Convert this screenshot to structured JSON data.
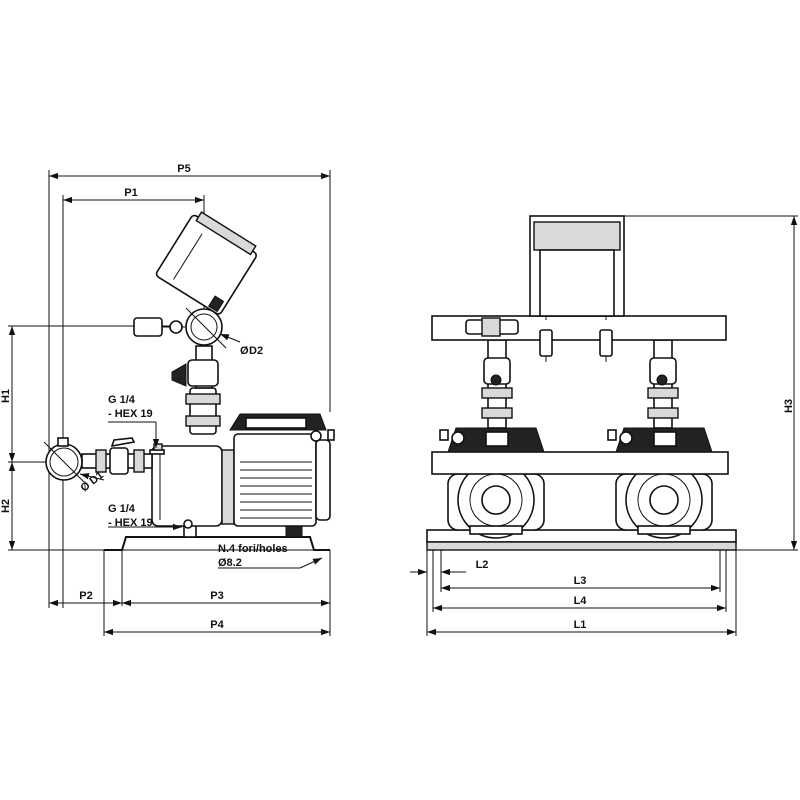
{
  "dimensions": {
    "p5": "P5",
    "p1": "P1",
    "p2": "P2",
    "p3": "P3",
    "p4": "P4",
    "h1": "H1",
    "h2": "H2",
    "h3": "H3",
    "d1": "D1",
    "d2": "D2",
    "l1": "L1",
    "l2": "L2",
    "l3": "L3",
    "l4": "L4"
  },
  "notes": {
    "upper_port_line1": "G 1/4",
    "upper_port_line2": "- HEX 19",
    "lower_port_line1": "G 1/4",
    "lower_port_line2": "- HEX 19",
    "holes_line1": "N.4 fori/holes",
    "holes_line2": "Ø8.2"
  },
  "symbols": {
    "diameter_prefix": "Ø"
  }
}
